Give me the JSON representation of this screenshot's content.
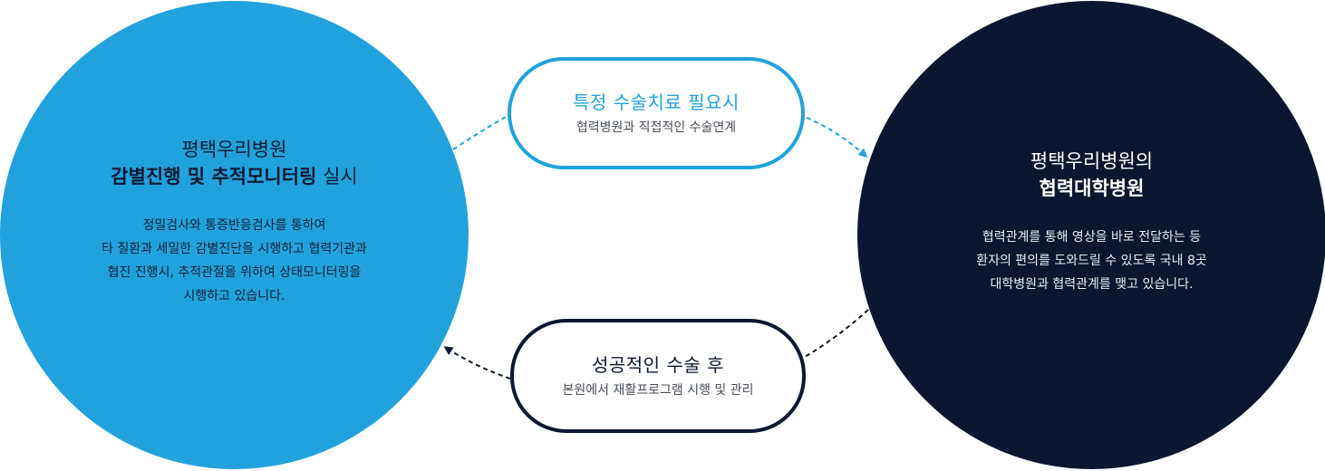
{
  "left_circle": {
    "title_line1": "평택우리병원",
    "title_line2_bold": "감별진행 및 추적모니터링",
    "title_line2_rest": " 실시",
    "description": [
      "정밀검사와 통증반응검사를 통하여",
      "타 질환과 세밀한 감별진단을 시행하고 협력기관과",
      "협진 진행시, 추적관절을 위하여 상태모니터링을",
      "시행하고 있습니다."
    ],
    "color": "#22a2dc"
  },
  "right_circle": {
    "title_line1": "평택우리병원의",
    "title_line2_bold": "협력대학병원",
    "description": [
      "협력관계를 통해 영상을 바로 전달하는 등",
      "환자의 편의를 도와드릴 수 있도록 국내 8곳",
      "대학병원과 협력관계를 맺고 있습니다."
    ],
    "color": "#0b1730"
  },
  "top_pill": {
    "title": "특정 수술치료 필요시",
    "subtitle": "협력병원과 직접적인 수술연계",
    "color": "#22a2dc"
  },
  "bottom_pill": {
    "title": "성공적인 수술 후",
    "subtitle": "본원에서 재활프로그램 시행 및 관리",
    "color": "#0b1730"
  }
}
